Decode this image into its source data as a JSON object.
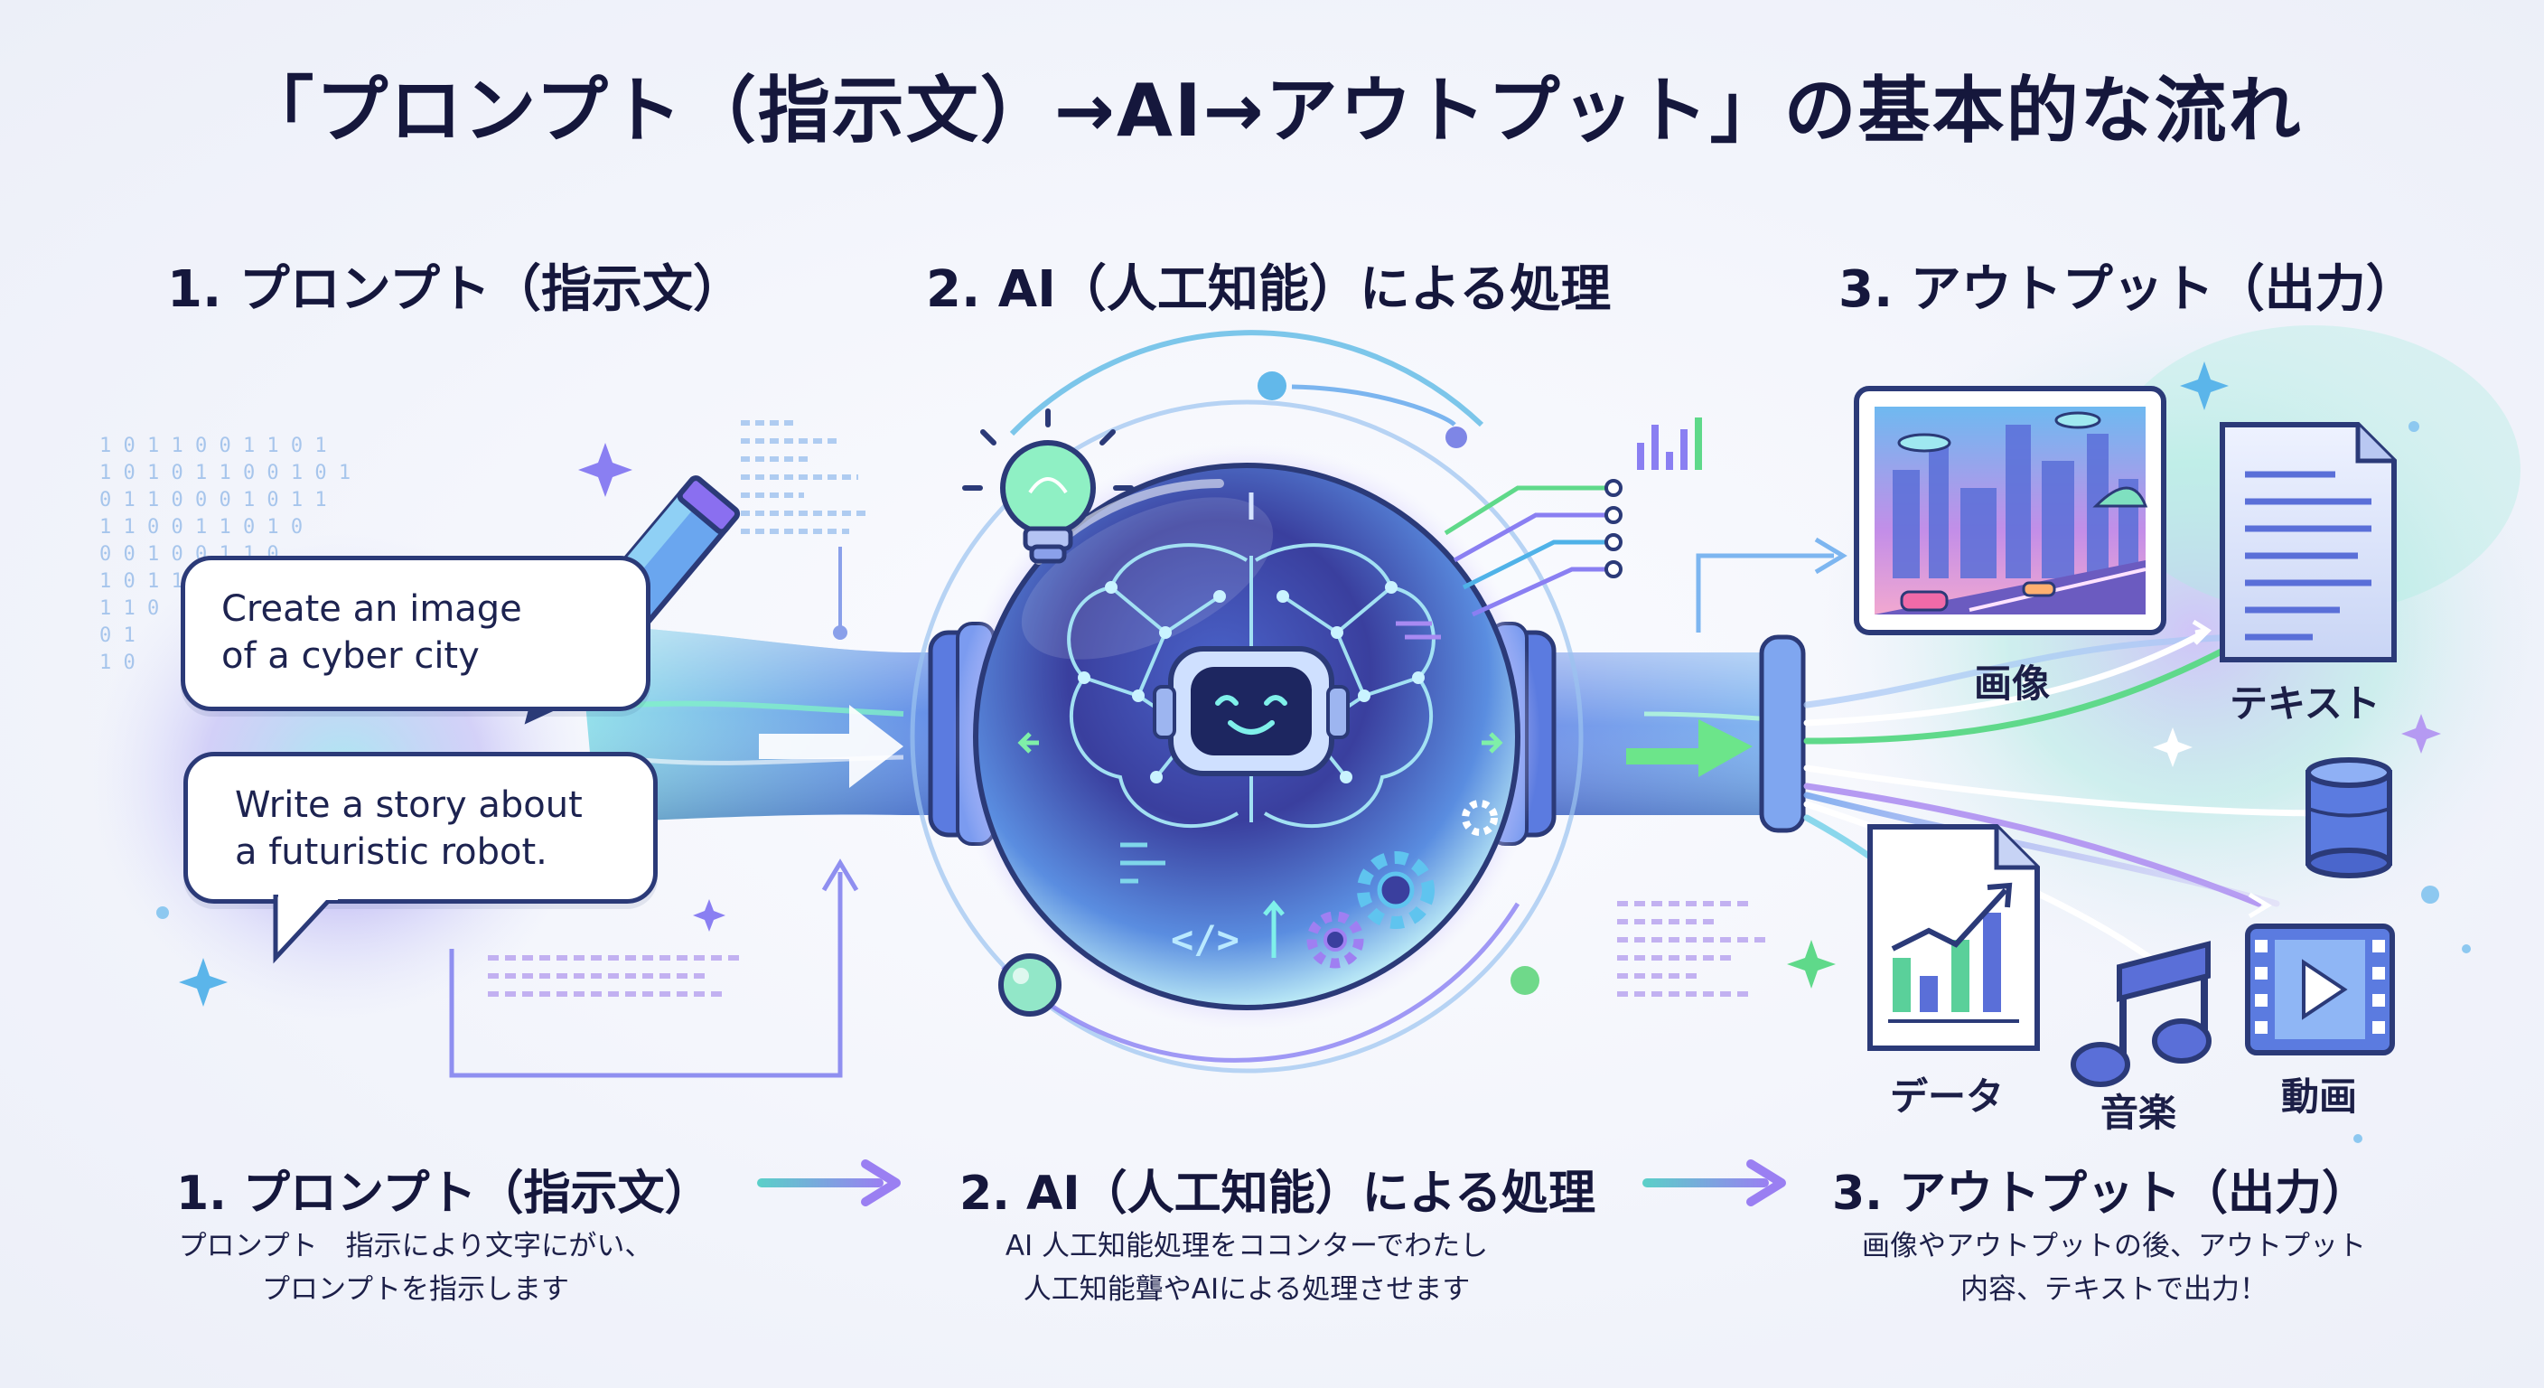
{
  "title": "「プロンプト（指示文）→AI→アウトプット」の基本的な流れ",
  "headers": {
    "prompt": "1. プロンプト（指示文）",
    "ai": "2. AI（人工知能）による処理",
    "output": "3. アウトプット（出力）"
  },
  "prompts": {
    "bubble1": "Create an image\nof a cyber city",
    "bubble2": "Write a story about\na futuristic robot."
  },
  "code_glyph": "</>",
  "outputs": {
    "image": "画像",
    "text": "テキスト",
    "data": "データ",
    "music": "音楽",
    "video": "動画"
  },
  "footer": {
    "step1": {
      "title": "1. プロンプト（指示文）",
      "desc": "プロンプト　指示により文字にがい、\nプロンプトを指示します"
    },
    "step2": {
      "title": "2. AI（人工知能）による処理",
      "desc": "AI 人工知能処理をココンターでわたし\n人工知能聾やAIによる処理させます"
    },
    "step3": {
      "title": "3. アウトプット（出力）",
      "desc": "画像やアウトプットの後、アウトプット\n内容、テキストで出力！"
    }
  },
  "colors": {
    "navy": "#2b3a78",
    "teal": "#38c3d6",
    "violet": "#8a6ff0",
    "green": "#5fd98a",
    "pipe_blue": "#6f95ec"
  }
}
